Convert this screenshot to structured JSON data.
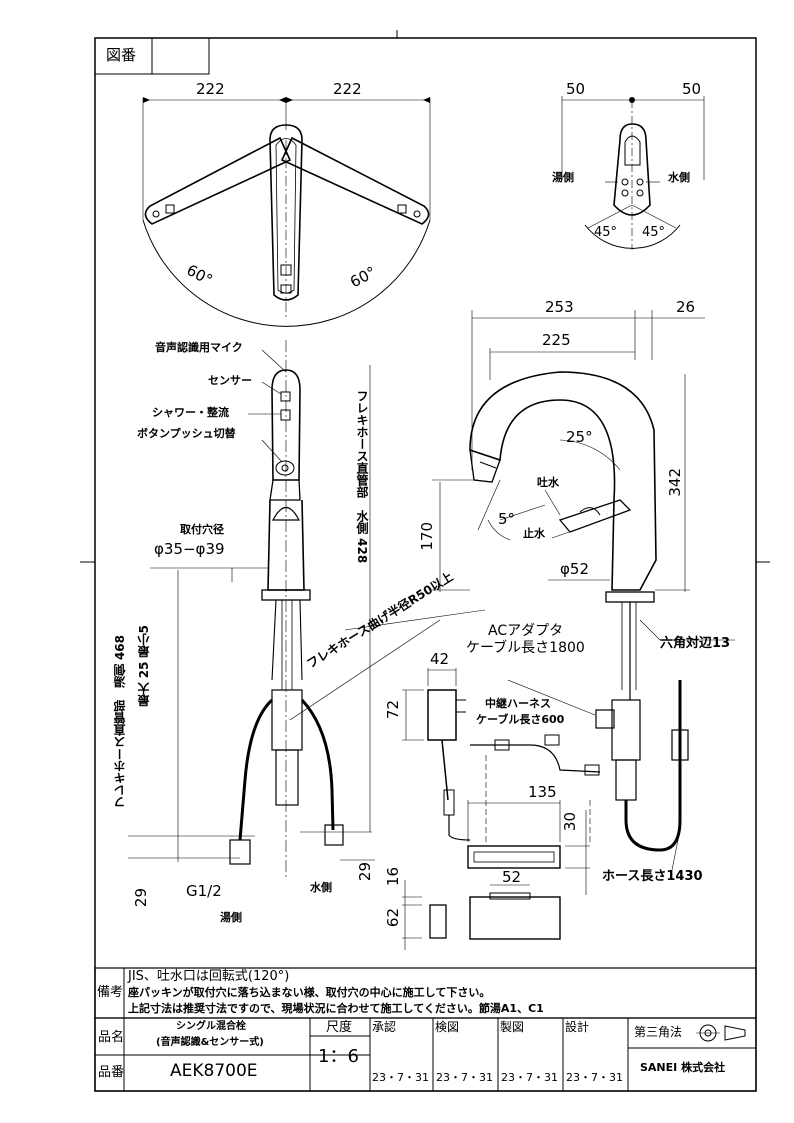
{
  "title_box": {
    "label": "図番"
  },
  "top_view": {
    "dim_left": "222",
    "dim_right": "222",
    "angle_left": "60°",
    "angle_right": "60°"
  },
  "small_top_view": {
    "dim_left": "50",
    "dim_right": "50",
    "hot_label": "湯側",
    "cold_label": "水側",
    "angle_left": "45°",
    "angle_right": "45°"
  },
  "front_view": {
    "labels": {
      "mic": "音声認識用マイク",
      "sensor": "センサー",
      "shower": "シャワー・整流",
      "button": "ボタンプッシュ切替",
      "hole_title": "取付穴径",
      "hole_size": "φ35−φ39"
    },
    "cold_hose": "フレキホース直管部　水側 428",
    "hot_hose": "フレキホース直管部　湯側 468",
    "max_min": "最大 25 最小5",
    "bend_radius": "フレキホース曲げ半径R50以上",
    "dim_29_left": "29",
    "dim_29_right": "29",
    "g_half": "G1/2",
    "hot_side": "湯側",
    "cold_side": "水側"
  },
  "side_view": {
    "dim_253": "253",
    "dim_26": "26",
    "dim_225": "225",
    "angle_25": "25°",
    "angle_5": "5°",
    "spout_out": "吐水",
    "spout_stop": "止水",
    "dim_342": "342",
    "dim_170": "170",
    "dia_52": "φ52",
    "hex": "六角対辺13",
    "hose_length": "ホース長さ1430"
  },
  "adapter": {
    "title": "ACアダプタ",
    "cable": "ケーブル長さ1800",
    "dim_42": "42",
    "dim_72": "72"
  },
  "harness": {
    "title": "中継ハーネス",
    "cable": "ケーブル長さ600"
  },
  "controller": {
    "dim_135": "135",
    "dim_30": "30",
    "dim_52": "52",
    "dim_16": "16",
    "dim_62": "62"
  },
  "notes": {
    "label": "備考",
    "lines": [
      "JIS、吐水口は回転式(120°)",
      "座パッキンが取付穴に落ち込まない様、取付穴の中心に施工して下さい。",
      "上記寸法は推奨寸法ですので、現場状況に合わせて施工してください。節湯A1、C1"
    ]
  },
  "title_block": {
    "name_label": "品名",
    "name_line1": "シングル混合栓",
    "name_line2": "(音声認識&センサー式)",
    "number_label": "品番",
    "number": "AEK8700E",
    "scale_label": "尺度",
    "scale": "1：6",
    "approval": "承認",
    "inspection": "検図",
    "drafting": "製図",
    "design": "設計",
    "date": "23・7・31",
    "projection": "第三角法",
    "company": "SANEI 株式会社"
  }
}
